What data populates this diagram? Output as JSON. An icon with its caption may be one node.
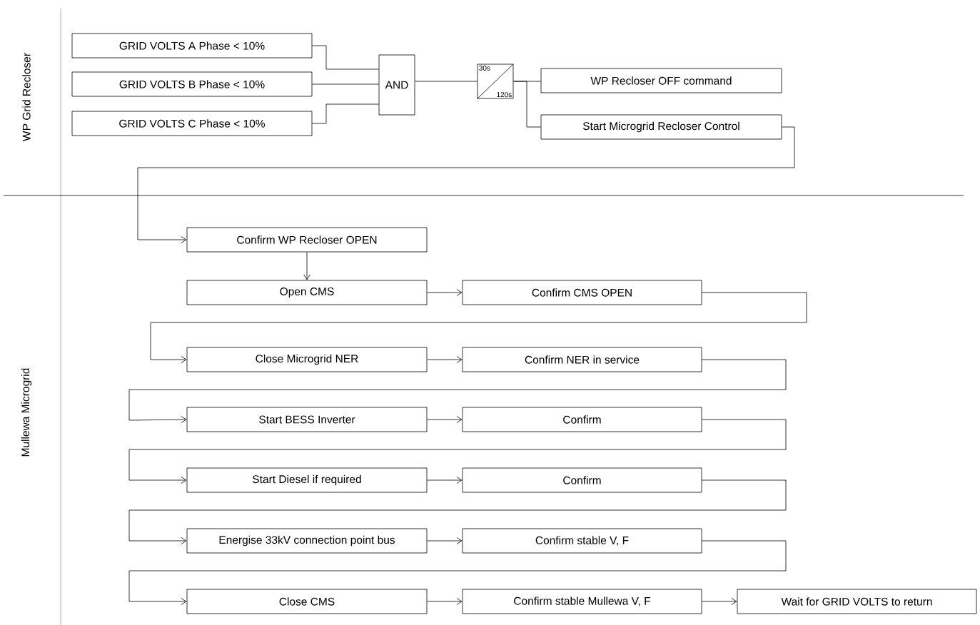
{
  "diagram": {
    "nodes": [
      {
        "text": [
          "GRID VOLTS A Phase < 10%"
        ]
      },
      {
        "text": [
          "GRID VOLTS B Phase < 10%"
        ]
      },
      {
        "text": [
          "GRID VOLTS C  Phase < 10%"
        ]
      },
      {
        "text": [
          "AND"
        ]
      },
      {
        "text": [
          "30s",
          "120s"
        ]
      },
      {
        "text": [
          "WP Recloser OFF command"
        ]
      },
      {
        "text": [
          "Start Microgrid Recloser Control"
        ]
      },
      {
        "text": [
          "Confirm WP Recloser OPEN"
        ]
      },
      {
        "text": [
          "Open CMS"
        ]
      },
      {
        "text": [
          "Confirm CMS OPEN"
        ]
      },
      {
        "text": [
          "Close Microgrid NER"
        ]
      },
      {
        "text": [
          "Confirm NER in service"
        ]
      },
      {
        "text": [
          "Start BESS Inverter"
        ]
      },
      {
        "text": [
          "Confirm"
        ]
      },
      {
        "text": [
          "Start Diesel if required"
        ]
      },
      {
        "text": [
          "Confirm"
        ]
      },
      {
        "text": [
          "Energise 33kV connection point bus"
        ]
      },
      {
        "text": [
          "Confirm stable V, F"
        ]
      },
      {
        "text": [
          "Close CMS"
        ]
      },
      {
        "text": [
          "Confirm stable Mullewa V, F"
        ]
      },
      {
        "text": [
          "Wait for GRID VOLTS to return"
        ]
      }
    ],
    "edges": [
      {
        "from": 0,
        "to": 3,
        "arrow": "none"
      },
      {
        "from": 1,
        "to": 3,
        "arrow": "none"
      },
      {
        "from": 2,
        "to": 3,
        "arrow": "none"
      },
      {
        "from": 3,
        "to": 4,
        "arrow": "none"
      },
      {
        "from": 4,
        "to": 5,
        "arrow": "none"
      },
      {
        "from": 4,
        "to": 6,
        "arrow": "none"
      },
      {
        "from": 6,
        "to": 7,
        "arrow": "to"
      },
      {
        "from": 7,
        "to": 8,
        "arrow": "to"
      },
      {
        "from": 8,
        "to": 9,
        "arrow": "to"
      },
      {
        "from": 9,
        "to": 10,
        "arrow": "to"
      },
      {
        "from": 10,
        "to": 11,
        "arrow": "to"
      },
      {
        "from": 11,
        "to": 12,
        "arrow": "to"
      },
      {
        "from": 12,
        "to": 13,
        "arrow": "to"
      },
      {
        "from": 13,
        "to": 14,
        "arrow": "to"
      },
      {
        "from": 14,
        "to": 15,
        "arrow": "to"
      },
      {
        "from": 15,
        "to": 16,
        "arrow": "to"
      },
      {
        "from": 16,
        "to": 17,
        "arrow": "to"
      },
      {
        "from": 17,
        "to": 18,
        "arrow": "to"
      },
      {
        "from": 18,
        "to": 19,
        "arrow": "to"
      },
      {
        "from": 19,
        "to": 20,
        "arrow": "to"
      }
    ],
    "labels": [
      "WP Grid Recloser",
      "Mullewa Microgrid"
    ]
  }
}
